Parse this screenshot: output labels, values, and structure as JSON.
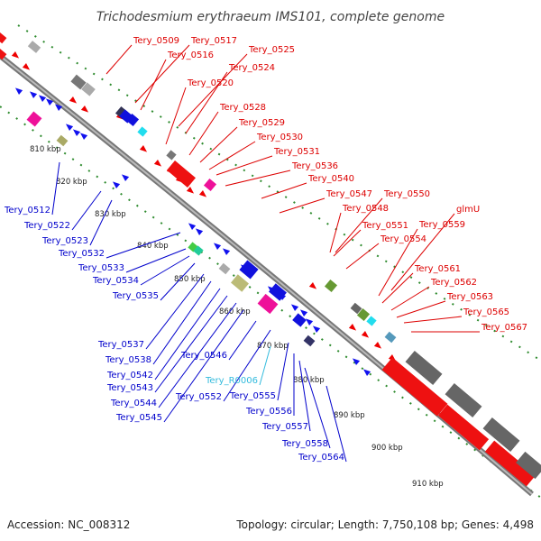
{
  "title": "Trichodesmium erythraeum IMS101, complete genome",
  "accession": "Accession: NC_008312",
  "topology": "Topology: circular; Length: 7,750,108 bp; Genes: 4,498",
  "colors": {
    "forward_label": "#dd0000",
    "reverse_label": "#0000cc",
    "rna_label": "#33bbdd",
    "backbone": "#888888",
    "ticks": "#228b22"
  },
  "ticks": [
    "810 kbp",
    "820 kbp",
    "830 kbp",
    "840 kbp",
    "850 kbp",
    "860 kbp",
    "870 kbp",
    "880 kbp",
    "890 kbp",
    "900 kbp",
    "910 kbp"
  ],
  "forward_labels": [
    "Tery_0509",
    "Tery_0517",
    "Tery_0516",
    "Tery_0525",
    "Tery_0524",
    "Tery_0520",
    "Tery_0528",
    "Tery_0529",
    "Tery_0530",
    "Tery_0531",
    "Tery_0536",
    "Tery_0540",
    "Tery_0547",
    "Tery_0550",
    "glmU",
    "Tery_0548",
    "Tery_0551",
    "Tery_0559",
    "Tery_0554",
    "Tery_0561",
    "Tery_0562",
    "Tery_0563",
    "Tery_0565",
    "Tery_0567"
  ],
  "reverse_labels": [
    "Tery_0512",
    "Tery_0522",
    "Tery_0523",
    "Tery_0532",
    "Tery_0533",
    "Tery_0534",
    "Tery_0535",
    "Tery_0537",
    "Tery_0538",
    "Tery_0542",
    "Tery_0543",
    "Tery_0544",
    "Tery_0545",
    "Tery_0546",
    "Tery_0552",
    "Tery_0555",
    "Tery_0556",
    "Tery_0557",
    "Tery_0558",
    "Tery_0564"
  ],
  "rna_labels": [
    "Tery_R0006"
  ]
}
